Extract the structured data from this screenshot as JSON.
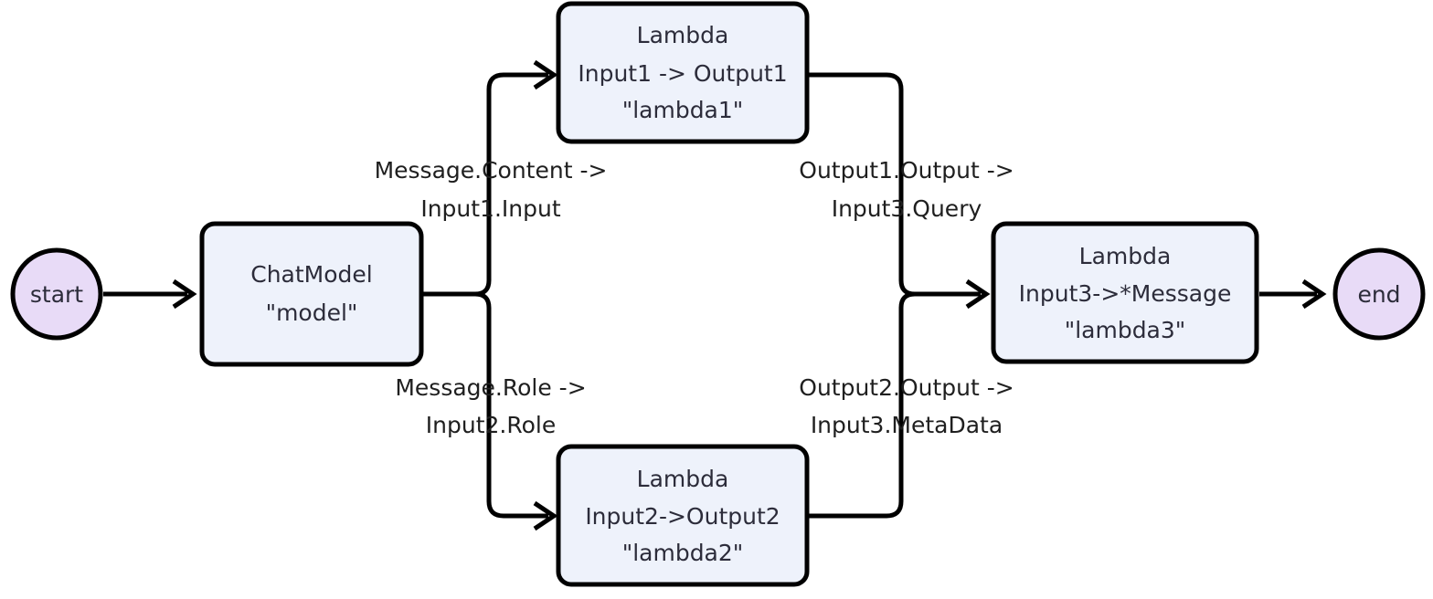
{
  "diagram": {
    "type": "flowchart",
    "direction": "left-to-right",
    "background_color": "#ffffff",
    "terminal_fill": "#e8dbf7",
    "process_fill": "#eef2fb",
    "stroke_color": "#000000",
    "text_color": "#2c2c3a"
  },
  "nodes": {
    "start": {
      "label": "start",
      "shape": "circle"
    },
    "end": {
      "label": "end",
      "shape": "circle"
    },
    "chatmodel": {
      "line1": "ChatModel",
      "line2": "\"model\"",
      "shape": "rounded-rect"
    },
    "lambda1": {
      "line1": "Lambda",
      "line2": "Input1 -> Output1",
      "line3": "\"lambda1\"",
      "shape": "rounded-rect"
    },
    "lambda2": {
      "line1": "Lambda",
      "line2": "Input2->Output2",
      "line3": "\"lambda2\"",
      "shape": "rounded-rect"
    },
    "lambda3": {
      "line1": "Lambda",
      "line2": "Input3->*Message",
      "line3": "\"lambda3\"",
      "shape": "rounded-rect"
    }
  },
  "edges": {
    "start_to_model": {
      "label": ""
    },
    "model_to_lambda1": {
      "line1": "Message.Content ->",
      "line2": "Input1.Input"
    },
    "model_to_lambda2": {
      "line1": "Message.Role ->",
      "line2": "Input2.Role"
    },
    "lambda1_to_lambda3": {
      "line1": "Output1.Output ->",
      "line2": "Input3.Query"
    },
    "lambda2_to_lambda3": {
      "line1": "Output2.Output ->",
      "line2": "Input3.MetaData"
    },
    "lambda3_to_end": {
      "label": ""
    }
  }
}
